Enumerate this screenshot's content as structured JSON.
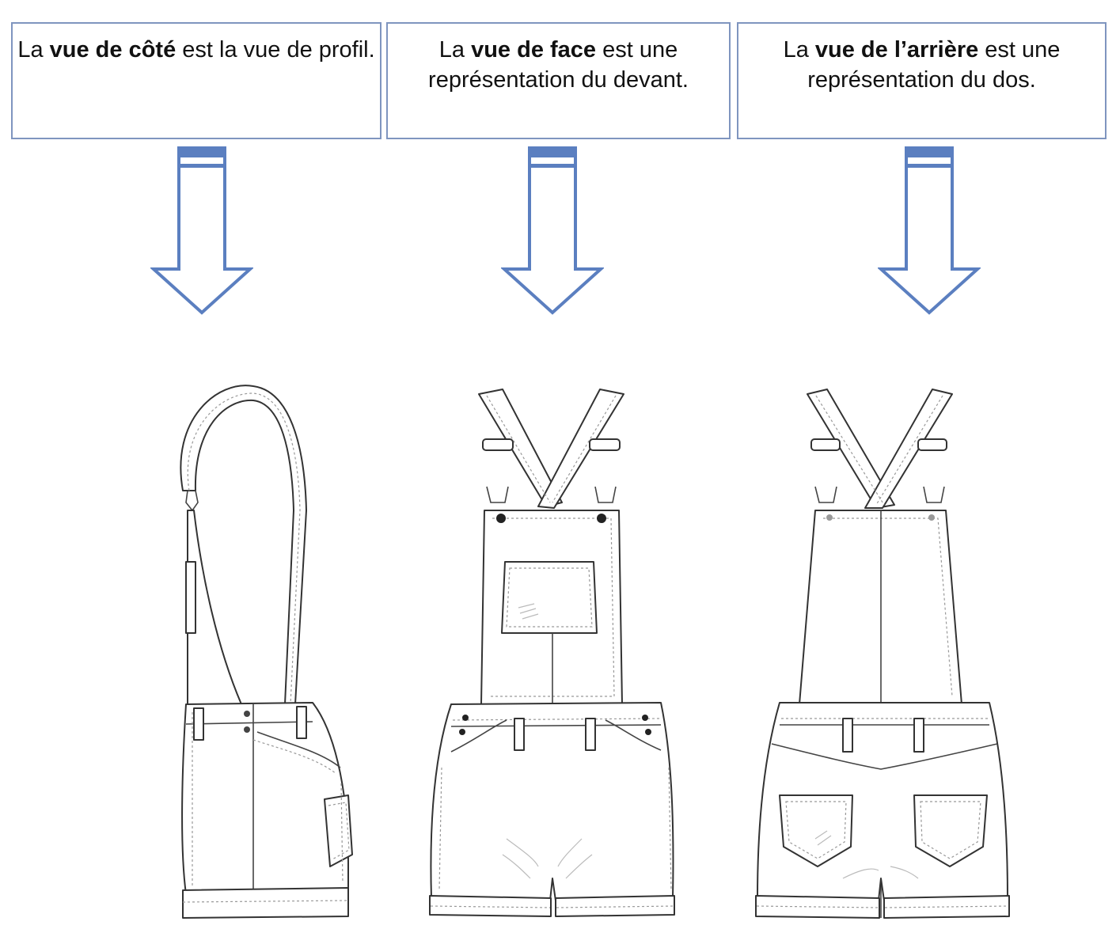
{
  "captions": [
    {
      "pre": "La ",
      "bold": "vue de côté",
      "post": " est la vue de profil."
    },
    {
      "pre": "La ",
      "bold": "vue de face",
      "post": " est une représentation du devant."
    },
    {
      "pre": "La ",
      "bold": "vue de l’arrière",
      "post": " est une représentation du dos."
    }
  ],
  "colors": {
    "arrow_stroke": "#5b7fc0",
    "box_border": "#7f95bf",
    "sketch_line": "#333333"
  },
  "icons": [
    "down-arrow-icon",
    "overalls-side-view",
    "overalls-front-view",
    "overalls-back-view"
  ]
}
